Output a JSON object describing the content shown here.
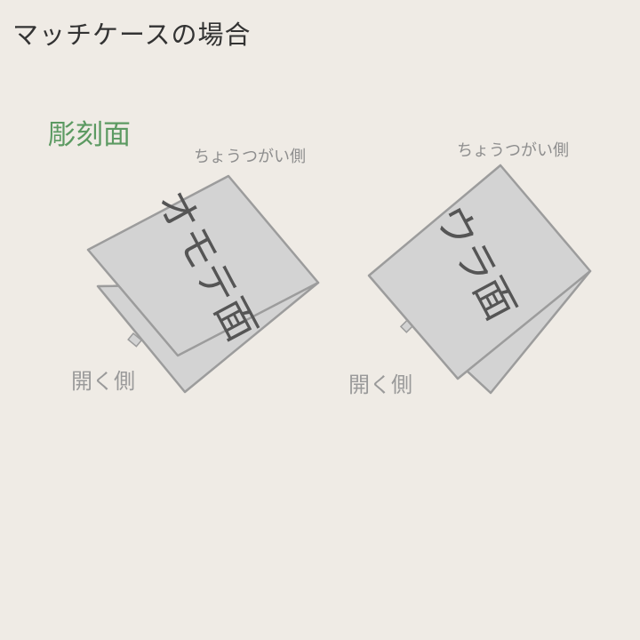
{
  "title": "マッチケースの場合",
  "subtitle": "彫刻面",
  "left_figure": {
    "hinge_label": "ちょうつがい側",
    "open_label": "開く側",
    "face_label": "オモテ面"
  },
  "right_figure": {
    "hinge_label": "ちょうつがい側",
    "open_label": "開く側",
    "face_label": "ウラ面"
  },
  "colors": {
    "background": "#efebe5",
    "panel_fill": "#d3d3d3",
    "panel_stroke": "#9c9c9c",
    "subtitle": "#5c9a62",
    "title": "#333333"
  }
}
